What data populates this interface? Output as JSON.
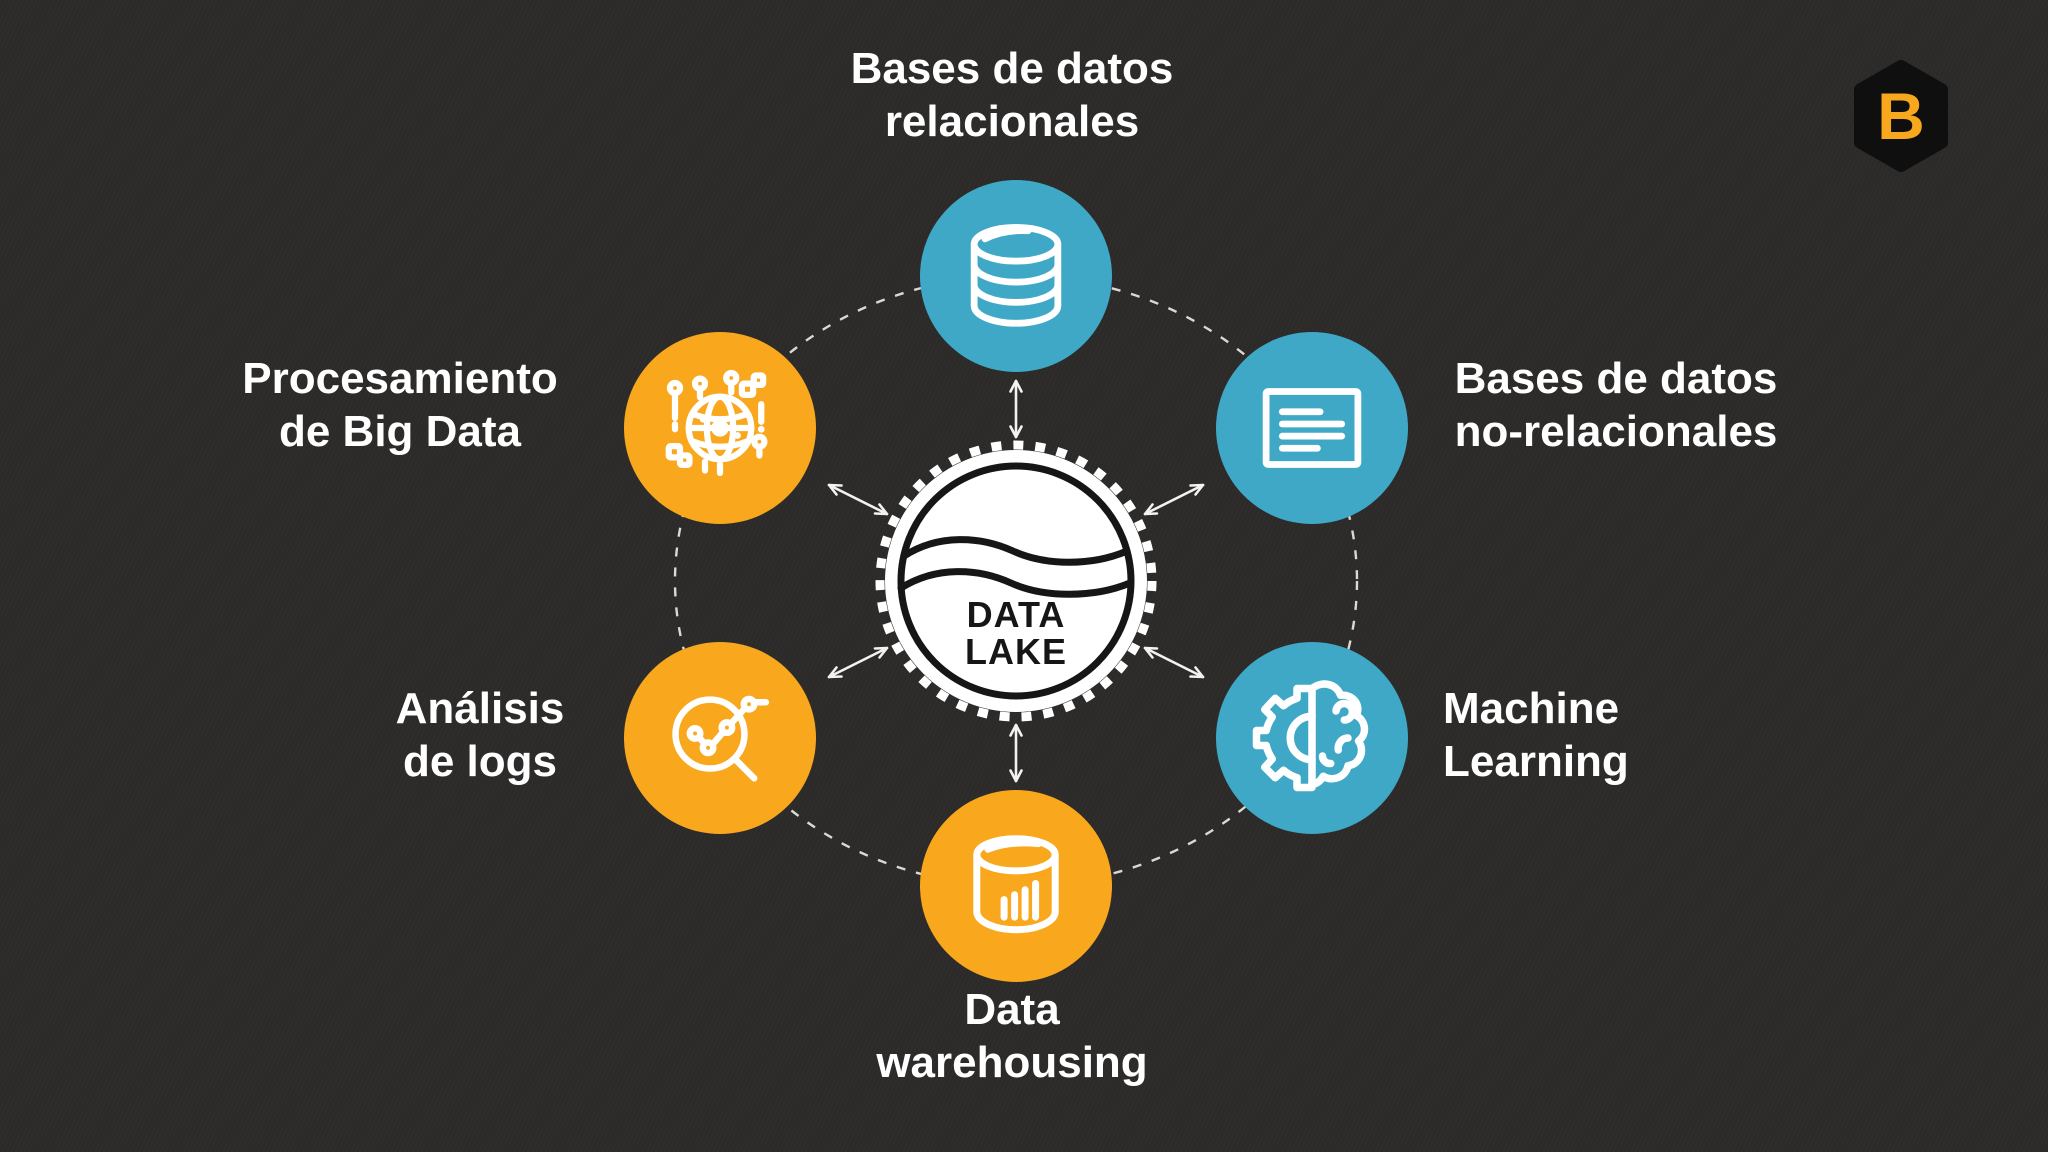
{
  "colors": {
    "background": "#2c2b29",
    "node_blue": "#3fa8c6",
    "node_orange": "#f9a71d",
    "line_white": "#ffffff",
    "ink_black": "#161616",
    "ring_dash": "#d9d9d6",
    "logo_hex": "#0f0f0f",
    "logo_letter_color": "#f7a81d"
  },
  "center": {
    "line1": "DATA",
    "line2": "LAKE",
    "icon": "lake-waves-icon"
  },
  "nodes": {
    "relational": {
      "line1": "Bases de datos",
      "line2": "relacionales",
      "icon": "database-icon",
      "color": "blue"
    },
    "nonrelational": {
      "line1": "Bases de datos",
      "line2": "no-relacionales",
      "icon": "document-icon",
      "color": "blue"
    },
    "ml": {
      "line1": "Machine",
      "line2": "Learning",
      "icon": "gear-brain-icon",
      "color": "blue"
    },
    "warehouse": {
      "line1": "Data",
      "line2": "warehousing",
      "icon": "cylinder-bars-icon",
      "color": "orange"
    },
    "logs": {
      "line1": "Análisis",
      "line2": "de logs",
      "icon": "magnifier-chart-icon",
      "color": "orange"
    },
    "bigdata": {
      "line1": "Procesamiento",
      "line2": "de Big Data",
      "icon": "globe-network-icon",
      "color": "orange"
    }
  },
  "logo": {
    "letter": "B"
  }
}
